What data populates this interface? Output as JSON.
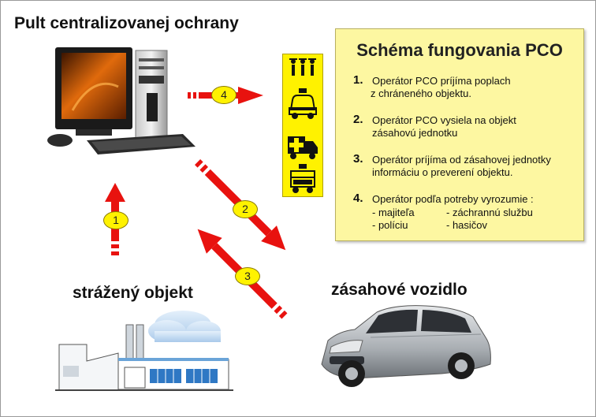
{
  "labels": {
    "pco": "Pult centralizovanej ochrany",
    "object": "strážený objekt",
    "vehicle": "zásahové vozidlo"
  },
  "panel": {
    "title": "Schéma fungovania PCO",
    "steps": [
      {
        "num": "1.",
        "line1": "Operátor PCO príjíma poplach",
        "line2": "z  chráneného objektu."
      },
      {
        "num": "2.",
        "line1": "Operátor PCO vysiela na objekt",
        "line2": "zásahovú jednotku"
      },
      {
        "num": "3.",
        "line1": "Operátor príjíma od zásahovej jednotky",
        "line2": "informáciu o preverení objektu."
      },
      {
        "num": "4.",
        "line1": "Operátor podľa potreby vyrozumie :",
        "line2": ""
      }
    ],
    "options": [
      "- majiteľa",
      "- záchrannú službu",
      "- políciu",
      "- hasičov"
    ]
  },
  "arrows": [
    "1",
    "2",
    "3",
    "4"
  ],
  "icons": [
    "people-icon",
    "police-car-icon",
    "ambulance-icon",
    "fire-truck-icon"
  ],
  "colors": {
    "arrow": "#e8120f",
    "badge": "#fff200",
    "panel": "#fdf7a1"
  }
}
